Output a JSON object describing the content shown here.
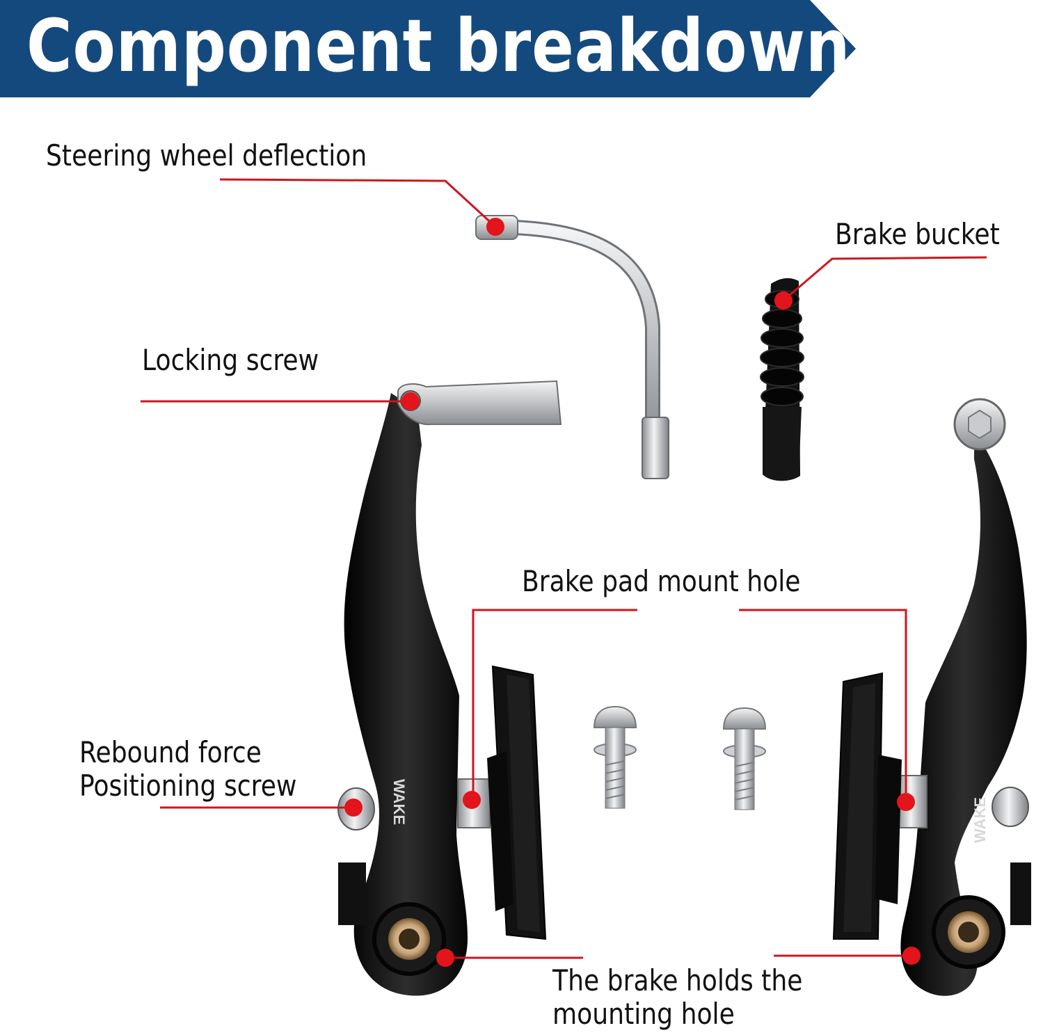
{
  "header": {
    "title": "Component breakdown",
    "banner_color": "#14497e"
  },
  "callouts": {
    "steering_wheel_deflection": "Steering wheel deflection",
    "brake_bucket": "Brake bucket",
    "locking_screw": "Locking screw",
    "brake_pad_mount_hole": "Brake pad mount hole",
    "rebound_force_line1": "Rebound force",
    "rebound_force_line2": "Positioning screw",
    "mounting_hole_line1": "The brake holds the",
    "mounting_hole_line2": "mounting hole"
  },
  "brand": {
    "arm_logo": "WAKE"
  },
  "colors": {
    "leader_line": "#d0141c",
    "marker_dot": "#e3141c",
    "arm_black": "#0b0b0b",
    "metal": "#b9bcc0"
  }
}
